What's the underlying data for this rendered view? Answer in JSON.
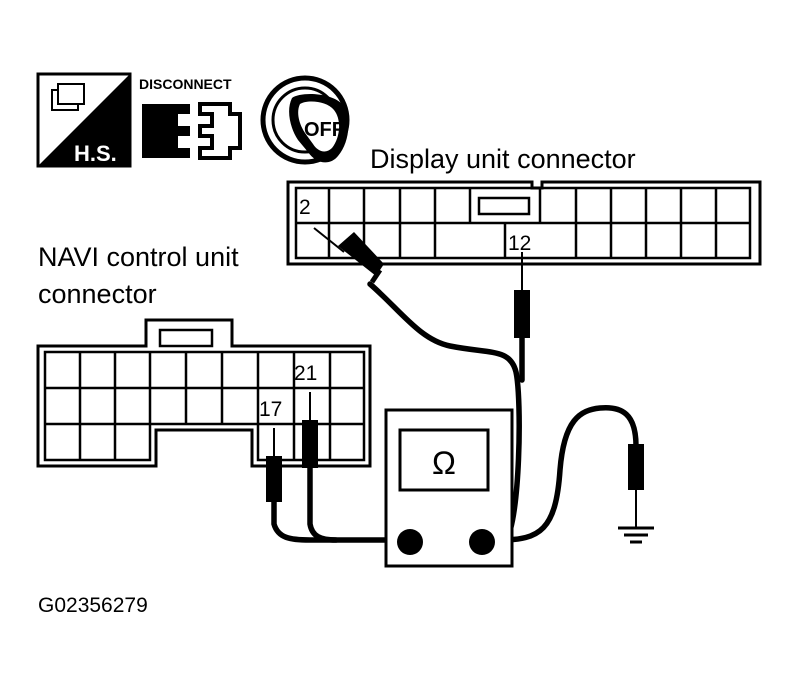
{
  "icons": {
    "hs_label": "H.S.",
    "disconnect_label": "DISCONNECT",
    "ignition_label": "OFF"
  },
  "display_connector": {
    "title": "Display unit connector",
    "pin_a": "2",
    "pin_b": "12"
  },
  "navi_connector": {
    "title_line1": "NAVI control unit",
    "title_line2": "connector",
    "pin_a": "17",
    "pin_b": "21"
  },
  "meter": {
    "symbol": "Ω",
    "icon": "ohmmeter-icon"
  },
  "ground_icon": "ground-icon",
  "figure_id": "G02356279"
}
